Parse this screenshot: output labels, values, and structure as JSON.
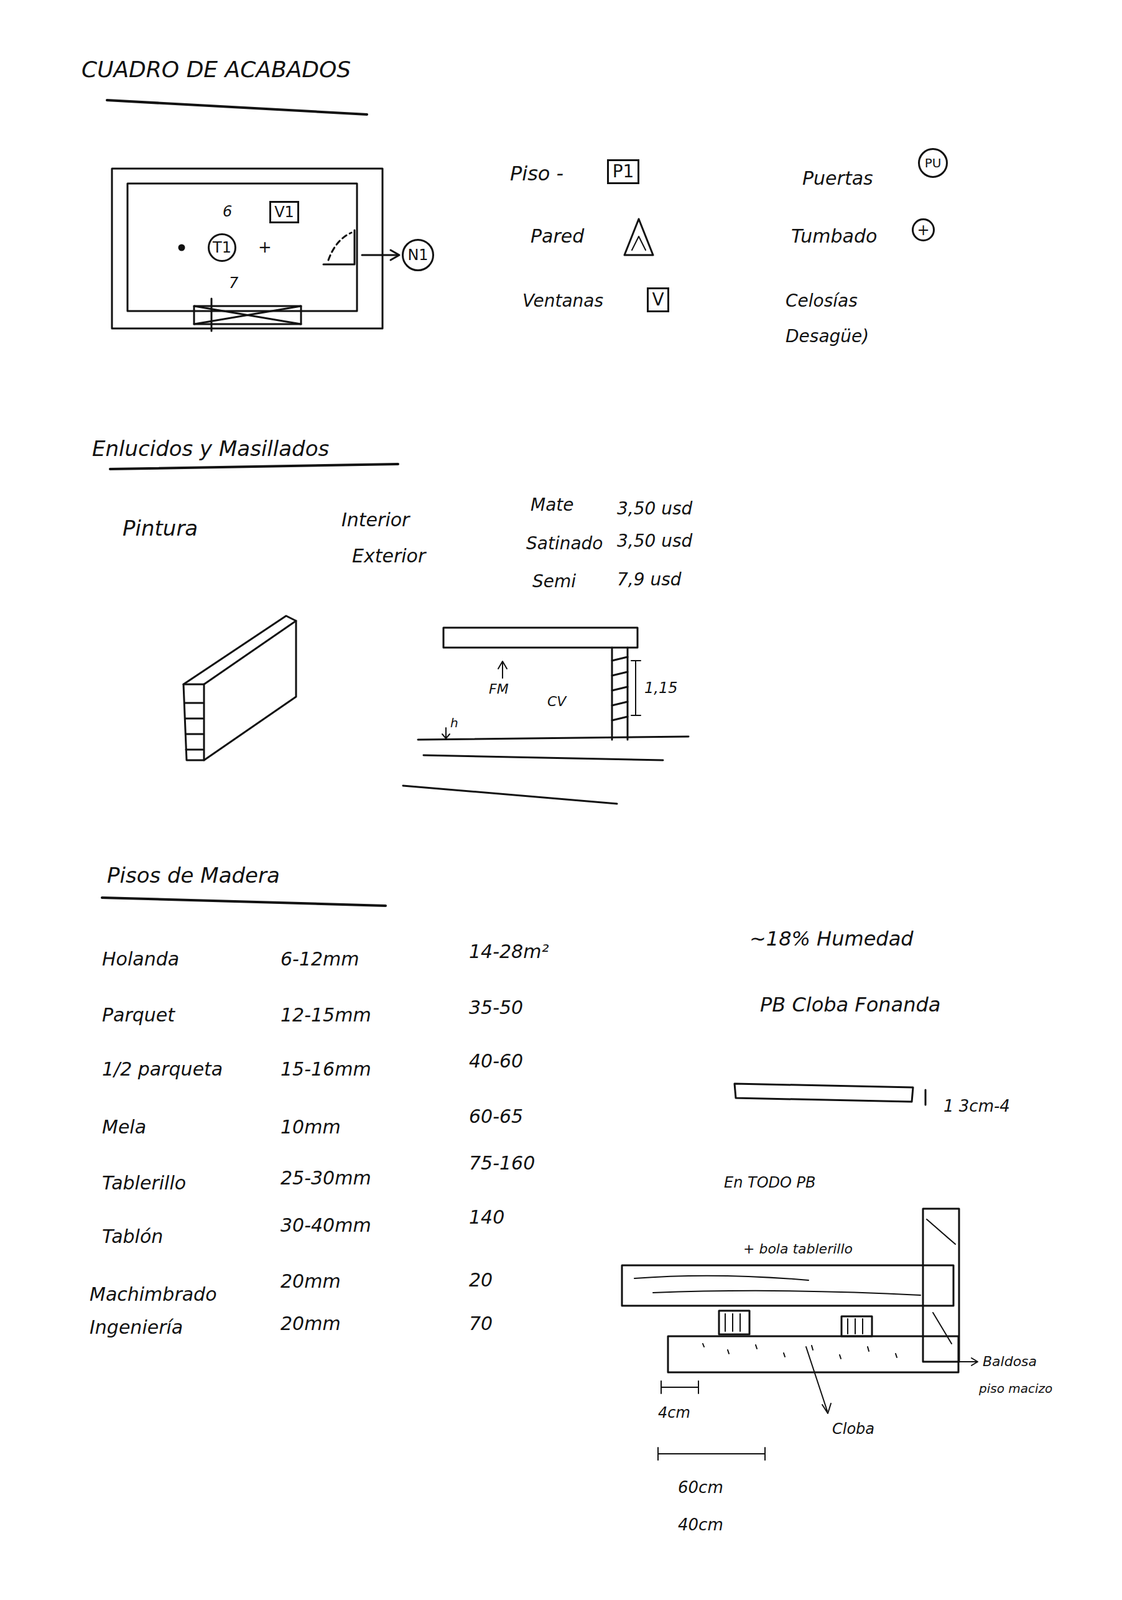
{
  "diagram": {
    "title": "CUADRO DE ACABADOS",
    "nodes": [
      {
        "text": [
          "V1"
        ]
      },
      {
        "text": [
          "T1"
        ]
      },
      {
        "text": [
          "N1"
        ]
      },
      {
        "text": [
          "P1"
        ]
      },
      {
        "text": [
          "V"
        ]
      },
      {
        "text": [
          "PU"
        ]
      },
      {
        "text": [
          "+"
        ]
      }
    ],
    "labels": [
      "Enlucidos y Masillados",
      "Pisos de Madera",
      "6",
      "+",
      "7",
      "Piso -",
      "Pared",
      "Ventanas",
      "Puertas",
      "Tumbado",
      "Celosías",
      "Desagüe)",
      "Pintura",
      "Interior",
      "Exterior",
      "Mate",
      "3,50 usd",
      "Satinado",
      "3,50 usd",
      "Semi",
      "7,9 usd",
      "FM",
      "CV",
      "1,15",
      "h",
      "Holanda",
      "6-12mm",
      "14-28m²",
      "Parquet",
      "12-15mm",
      "35-50",
      "1/2 parqueta",
      "15-16mm",
      "40-60",
      "Mela",
      "10mm",
      "60-65",
      "Tablerillo",
      "25-30mm",
      "75-160",
      "Tablón",
      "30-40mm",
      "140",
      "Machimbrado",
      "20mm",
      "20",
      "Ingeniería",
      "20mm",
      "70",
      "~18% Humedad",
      "PB Cloba Fonanda",
      "1 3cm-4",
      "En TODO PB",
      "+ bola tablerillo",
      "Baldosa",
      "piso macizo",
      "Cloba",
      "4cm",
      "60cm",
      "40cm"
    ]
  }
}
